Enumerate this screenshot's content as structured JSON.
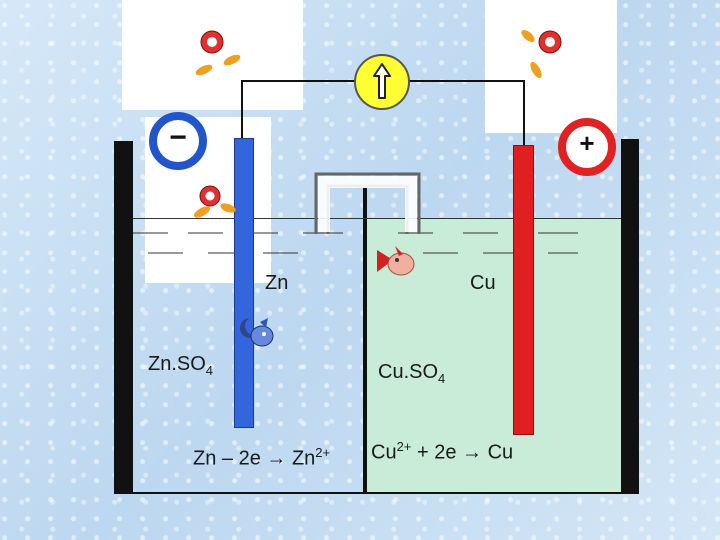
{
  "electrodes": {
    "anode_label": "Zn",
    "cathode_label": "Cu"
  },
  "solutions": {
    "left_formula": "Zn.SO",
    "left_subscript": "4",
    "right_formula": "Cu.SO",
    "right_subscript": "4"
  },
  "terminals": {
    "negative": "−",
    "positive": "+"
  },
  "reactions": {
    "anode": {
      "lhs": "Zn – 2e ",
      "arrow": "→",
      "product": " Zn",
      "charge": "2+"
    },
    "cathode": {
      "reactant": "Cu",
      "charge": "2+",
      "rhs": " + 2e ",
      "arrow": "→",
      "product": " Cu"
    }
  },
  "colors": {
    "zinc": "#3366dd",
    "copper": "#e02020",
    "solution_right": "#c8ecd8",
    "meter": "#ffff33"
  }
}
